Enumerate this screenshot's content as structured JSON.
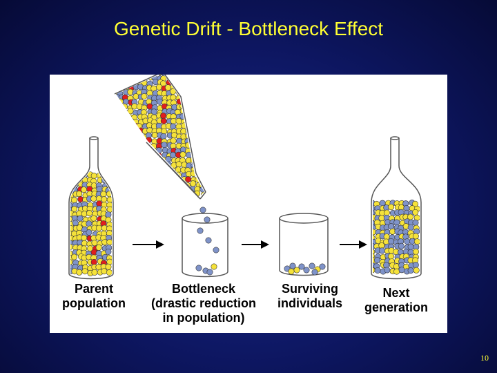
{
  "slide": {
    "title": "Genetic Drift - Bottleneck Effect",
    "page_number": "10"
  },
  "figure": {
    "stages": [
      {
        "label_line1": "Parent",
        "label_line2": "population",
        "label_line3": ""
      },
      {
        "label_line1": "Bottleneck",
        "label_line2": "(drastic reduction",
        "label_line3": "in population)"
      },
      {
        "label_line1": "Surviving",
        "label_line2": "individuals",
        "label_line3": ""
      },
      {
        "label_line1": "Next",
        "label_line2": "generation",
        "label_line3": ""
      }
    ],
    "colors": {
      "allele_yellow": "#f5e23a",
      "allele_blue": "#7f93c9",
      "allele_red": "#e01e1e",
      "glass_outline": "#555555"
    }
  }
}
